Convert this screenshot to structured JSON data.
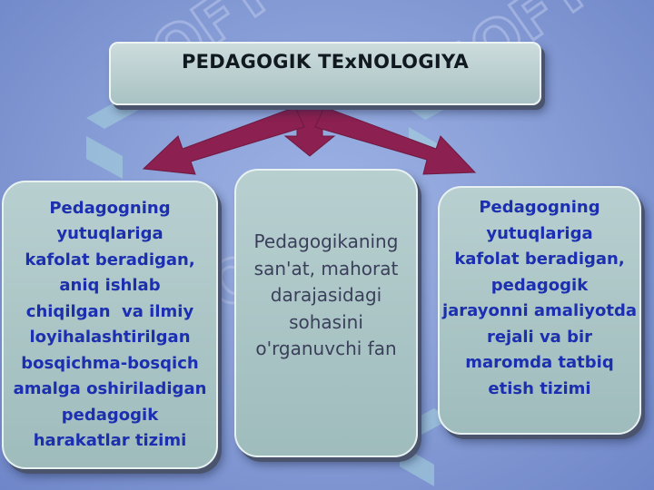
{
  "title": "PEDAGOGIK TExNOLOGIYA",
  "left_box": {
    "text": "Pedagogning\nyutuqlariga\nkafolat beradigan,\naniq ishlab\nchiqilgan  va ilmiy\nloyihalashtirilgan\nbosqichma-bosqich\namalga oshiriladigan\npedagogik\nharakatlar tizimi"
  },
  "middle_box": {
    "text": "Pedagogikaning\nsan'at, mahorat\ndarajasidagi\nsohasini\no'rganuvchi fan"
  },
  "right_box": {
    "text": "Pedagogning\nyutuqlariga\nkafolat beradigan,\npedagogik\njarayonni amaliyotda\nrejali va bir\nmaromda tatbiq\netish tizimi"
  },
  "watermark": "SOFT",
  "colors": {
    "arrow": "#8c2050",
    "box_text_side": "#1b2fb0",
    "box_text_mid": "#3a3f5a",
    "background": "#8aa0d8"
  }
}
